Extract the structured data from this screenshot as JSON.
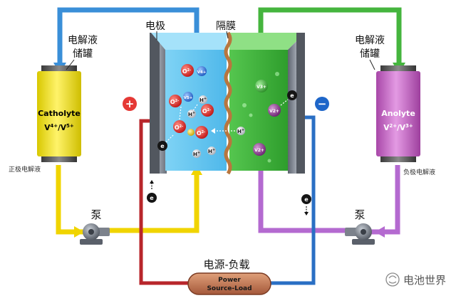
{
  "labels": {
    "electrode": "电极",
    "membrane": "隔膜",
    "left_tank_line1": "电解液",
    "left_tank_line2": "储罐",
    "right_tank_line1": "电解液",
    "right_tank_line2": "储罐",
    "catholyte_label": "正极电解液",
    "anolyte_label": "负极电解液",
    "pump_left": "泵",
    "pump_right": "泵",
    "power_title": "电源-负载",
    "watermark": "电池世界"
  },
  "tanks": {
    "left": {
      "name": "Catholyte",
      "formula": "V4+/V5+",
      "color": "#f2e200"
    },
    "right": {
      "name": "Anolyte",
      "formula": "V2+/V3+",
      "color": "#c95fc9"
    }
  },
  "power_box": {
    "line1": "Power",
    "line2": "Source-Load"
  },
  "terminals": {
    "positive": "+",
    "negative": "−"
  },
  "electron_symbol": "e",
  "ions": {
    "oxygen": "O",
    "oxygen_charge": "2-",
    "hydrogen": "H",
    "hydrogen_charge": "+",
    "v_left_a": "V4+",
    "v_left_b": "V5+",
    "v_right_a": "V3+",
    "v_right_b": "V2+",
    "v_right_c": "V2+"
  },
  "colors": {
    "left_loop": "#3a8fd8",
    "right_loop": "#45b53e",
    "catholyte_pipe": "#f0d400",
    "anolyte_pipe": "#b46ad0",
    "wire_positive": "#b8262b",
    "wire_negative": "#2a6fc4"
  }
}
